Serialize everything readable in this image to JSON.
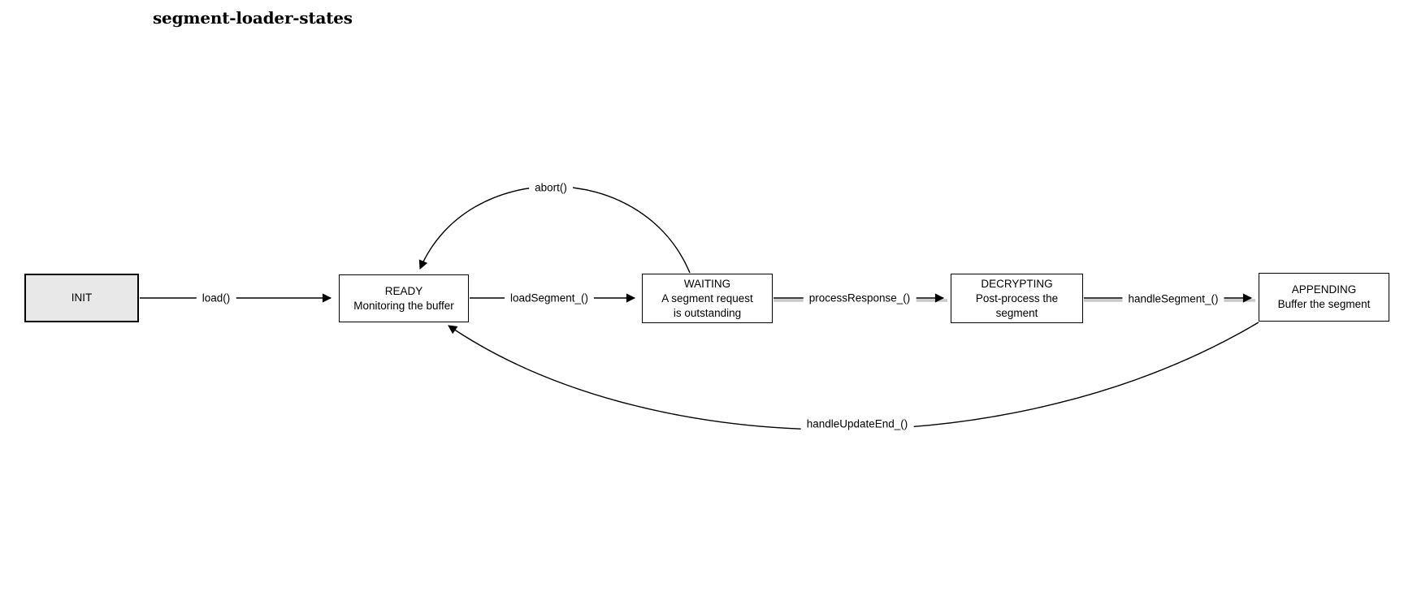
{
  "title": "segment-loader-states",
  "nodes": {
    "init": {
      "label": "INIT"
    },
    "ready": {
      "label": "READY",
      "desc": "Monitoring the buffer"
    },
    "waiting": {
      "label": "WAITING",
      "desc": "A segment request\nis outstanding"
    },
    "decrypting": {
      "label": "DECRYPTING",
      "desc": "Post-process the\nsegment"
    },
    "appending": {
      "label": "APPENDING",
      "desc": "Buffer the segment"
    }
  },
  "edges": {
    "load": {
      "label": "load()",
      "from": "INIT",
      "to": "READY"
    },
    "load_segment": {
      "label": "loadSegment_()",
      "from": "READY",
      "to": "WAITING"
    },
    "process_response": {
      "label": "processResponse_()",
      "from": "WAITING",
      "to": "DECRYPTING"
    },
    "handle_segment": {
      "label": "handleSegment_()",
      "from": "DECRYPTING",
      "to": "APPENDING"
    },
    "abort": {
      "label": "abort()",
      "from": "WAITING",
      "to": "READY"
    },
    "handle_update_end": {
      "label": "handleUpdateEnd_()",
      "from": "APPENDING",
      "to": "READY"
    }
  },
  "colors": {
    "stroke": "#000000",
    "init_fill": "#e8e8e8",
    "node_fill": "#ffffff",
    "edge_shadow": "#c9c9c9",
    "bg": "#ffffff"
  }
}
